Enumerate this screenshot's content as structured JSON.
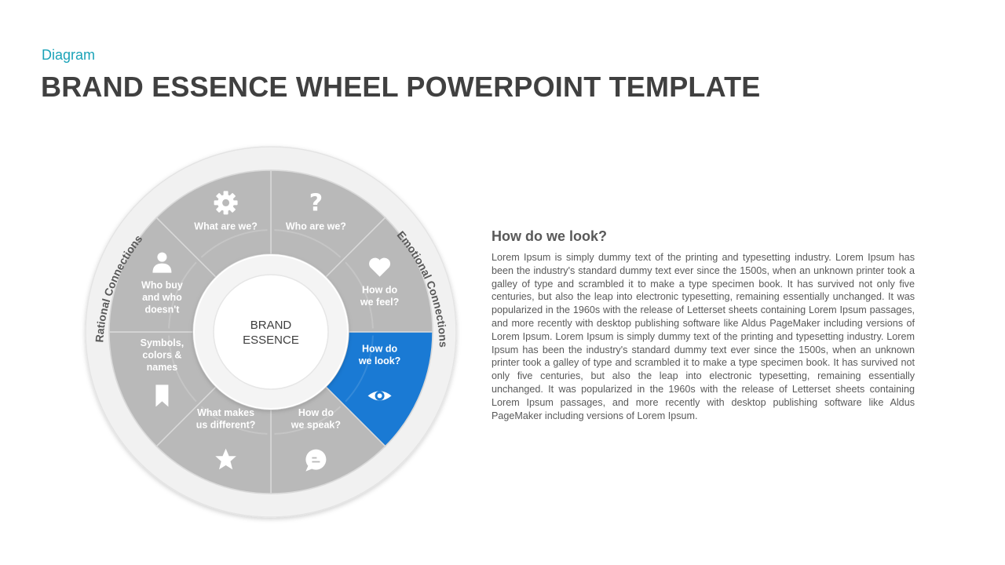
{
  "header": {
    "category": "Diagram",
    "title": "BRAND ESSENCE WHEEL POWERPOINT TEMPLATE"
  },
  "wheel": {
    "center": [
      "BRAND",
      "ESSENCE"
    ],
    "left_ring_label": "Rational Connections",
    "right_ring_label": "Emotional Connections",
    "segments": [
      {
        "icon": "question-icon",
        "lines": [
          "Who are we?"
        ],
        "highlighted": false
      },
      {
        "icon": "heart-icon",
        "lines": [
          "How do",
          "we feel?"
        ],
        "highlighted": false
      },
      {
        "icon": "eye-icon",
        "lines": [
          "How do",
          "we look?"
        ],
        "highlighted": true
      },
      {
        "icon": "chat-bubble-icon",
        "lines": [
          "How do",
          "we speak?"
        ],
        "highlighted": false
      },
      {
        "icon": "star-icon",
        "lines": [
          "What makes",
          "us different?"
        ],
        "highlighted": false
      },
      {
        "icon": "bookmark-icon",
        "lines": [
          "Symbols,",
          "colors &",
          "names"
        ],
        "highlighted": false
      },
      {
        "icon": "user-icon",
        "lines": [
          "Who buy",
          "and who",
          "doesn't"
        ],
        "highlighted": false
      },
      {
        "icon": "gear-icon",
        "lines": [
          "What are we?"
        ],
        "highlighted": false
      }
    ]
  },
  "description": {
    "heading": "How do we look?",
    "body": "Lorem Ipsum is simply dummy text of the printing and typesetting industry. Lorem Ipsum has been the industry's standard dummy text ever since the 1500s, when an unknown printer took a galley of type and scrambled it to make a type specimen book. It has survived not only five centuries, but also the leap into electronic typesetting, remaining essentially unchanged. It was popularized in the 1960s with the release of Letterset sheets containing Lorem Ipsum passages, and more recently with desktop publishing software like Aldus PageMaker including versions of Lorem Ipsum. Lorem Ipsum is simply dummy text of the printing and typesetting industry. Lorem Ipsum has been the industry's standard dummy text ever since the 1500s, when an unknown printer took a galley of type and scrambled it to make a type specimen book. It has survived not only five centuries, but also the leap into electronic typesetting, remaining essentially unchanged. It was popularized in the 1960s with the release of Letterset sheets containing Lorem Ipsum passages, and more recently with desktop publishing software like Aldus PageMaker including versions of Lorem Ipsum."
  },
  "colors": {
    "accent": "#1ba3b8",
    "highlight": "#1a7ad4",
    "segment": "#b9b9b9",
    "ring": "#f0f0f0",
    "title": "#404040"
  }
}
